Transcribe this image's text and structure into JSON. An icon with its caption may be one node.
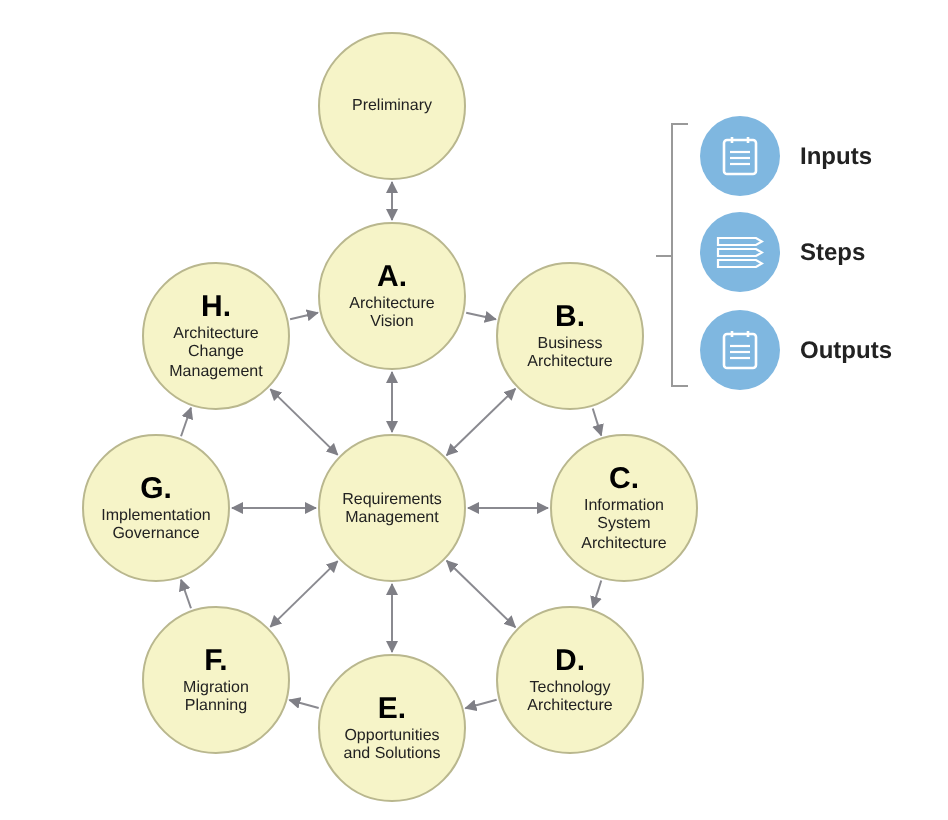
{
  "diagram": {
    "nodes": [
      {
        "text": [
          "Preliminary"
        ]
      },
      {
        "text": [
          "A.",
          "Architecture Vision"
        ]
      },
      {
        "text": [
          "B.",
          "Business Architecture"
        ]
      },
      {
        "text": [
          "C.",
          "Information System Architecture"
        ]
      },
      {
        "text": [
          "D.",
          "Technology Architecture"
        ]
      },
      {
        "text": [
          "E.",
          "Opportunities and Solutions"
        ]
      },
      {
        "text": [
          "F.",
          "Migration Planning"
        ]
      },
      {
        "text": [
          "G.",
          "Implementation Governance"
        ]
      },
      {
        "text": [
          "H.",
          "Architecture Change Management"
        ]
      },
      {
        "text": [
          "Requirements Management"
        ]
      }
    ],
    "edges": [
      {
        "from": 0,
        "to": 1,
        "arrow": "both"
      },
      {
        "from": 1,
        "to": 2,
        "arrow": "to"
      },
      {
        "from": 2,
        "to": 3,
        "arrow": "to"
      },
      {
        "from": 3,
        "to": 4,
        "arrow": "to"
      },
      {
        "from": 4,
        "to": 5,
        "arrow": "to"
      },
      {
        "from": 5,
        "to": 6,
        "arrow": "to"
      },
      {
        "from": 6,
        "to": 7,
        "arrow": "to"
      },
      {
        "from": 7,
        "to": 8,
        "arrow": "to"
      },
      {
        "from": 8,
        "to": 1,
        "arrow": "to"
      },
      {
        "from": 9,
        "to": 1,
        "arrow": "both"
      },
      {
        "from": 9,
        "to": 2,
        "arrow": "both"
      },
      {
        "from": 9,
        "to": 3,
        "arrow": "both"
      },
      {
        "from": 9,
        "to": 4,
        "arrow": "both"
      },
      {
        "from": 9,
        "to": 5,
        "arrow": "both"
      },
      {
        "from": 9,
        "to": 6,
        "arrow": "both"
      },
      {
        "from": 9,
        "to": 7,
        "arrow": "both"
      },
      {
        "from": 9,
        "to": 8,
        "arrow": "both"
      }
    ],
    "legend": [
      {
        "text": "Inputs"
      },
      {
        "text": "Steps"
      },
      {
        "text": "Outputs"
      }
    ]
  }
}
